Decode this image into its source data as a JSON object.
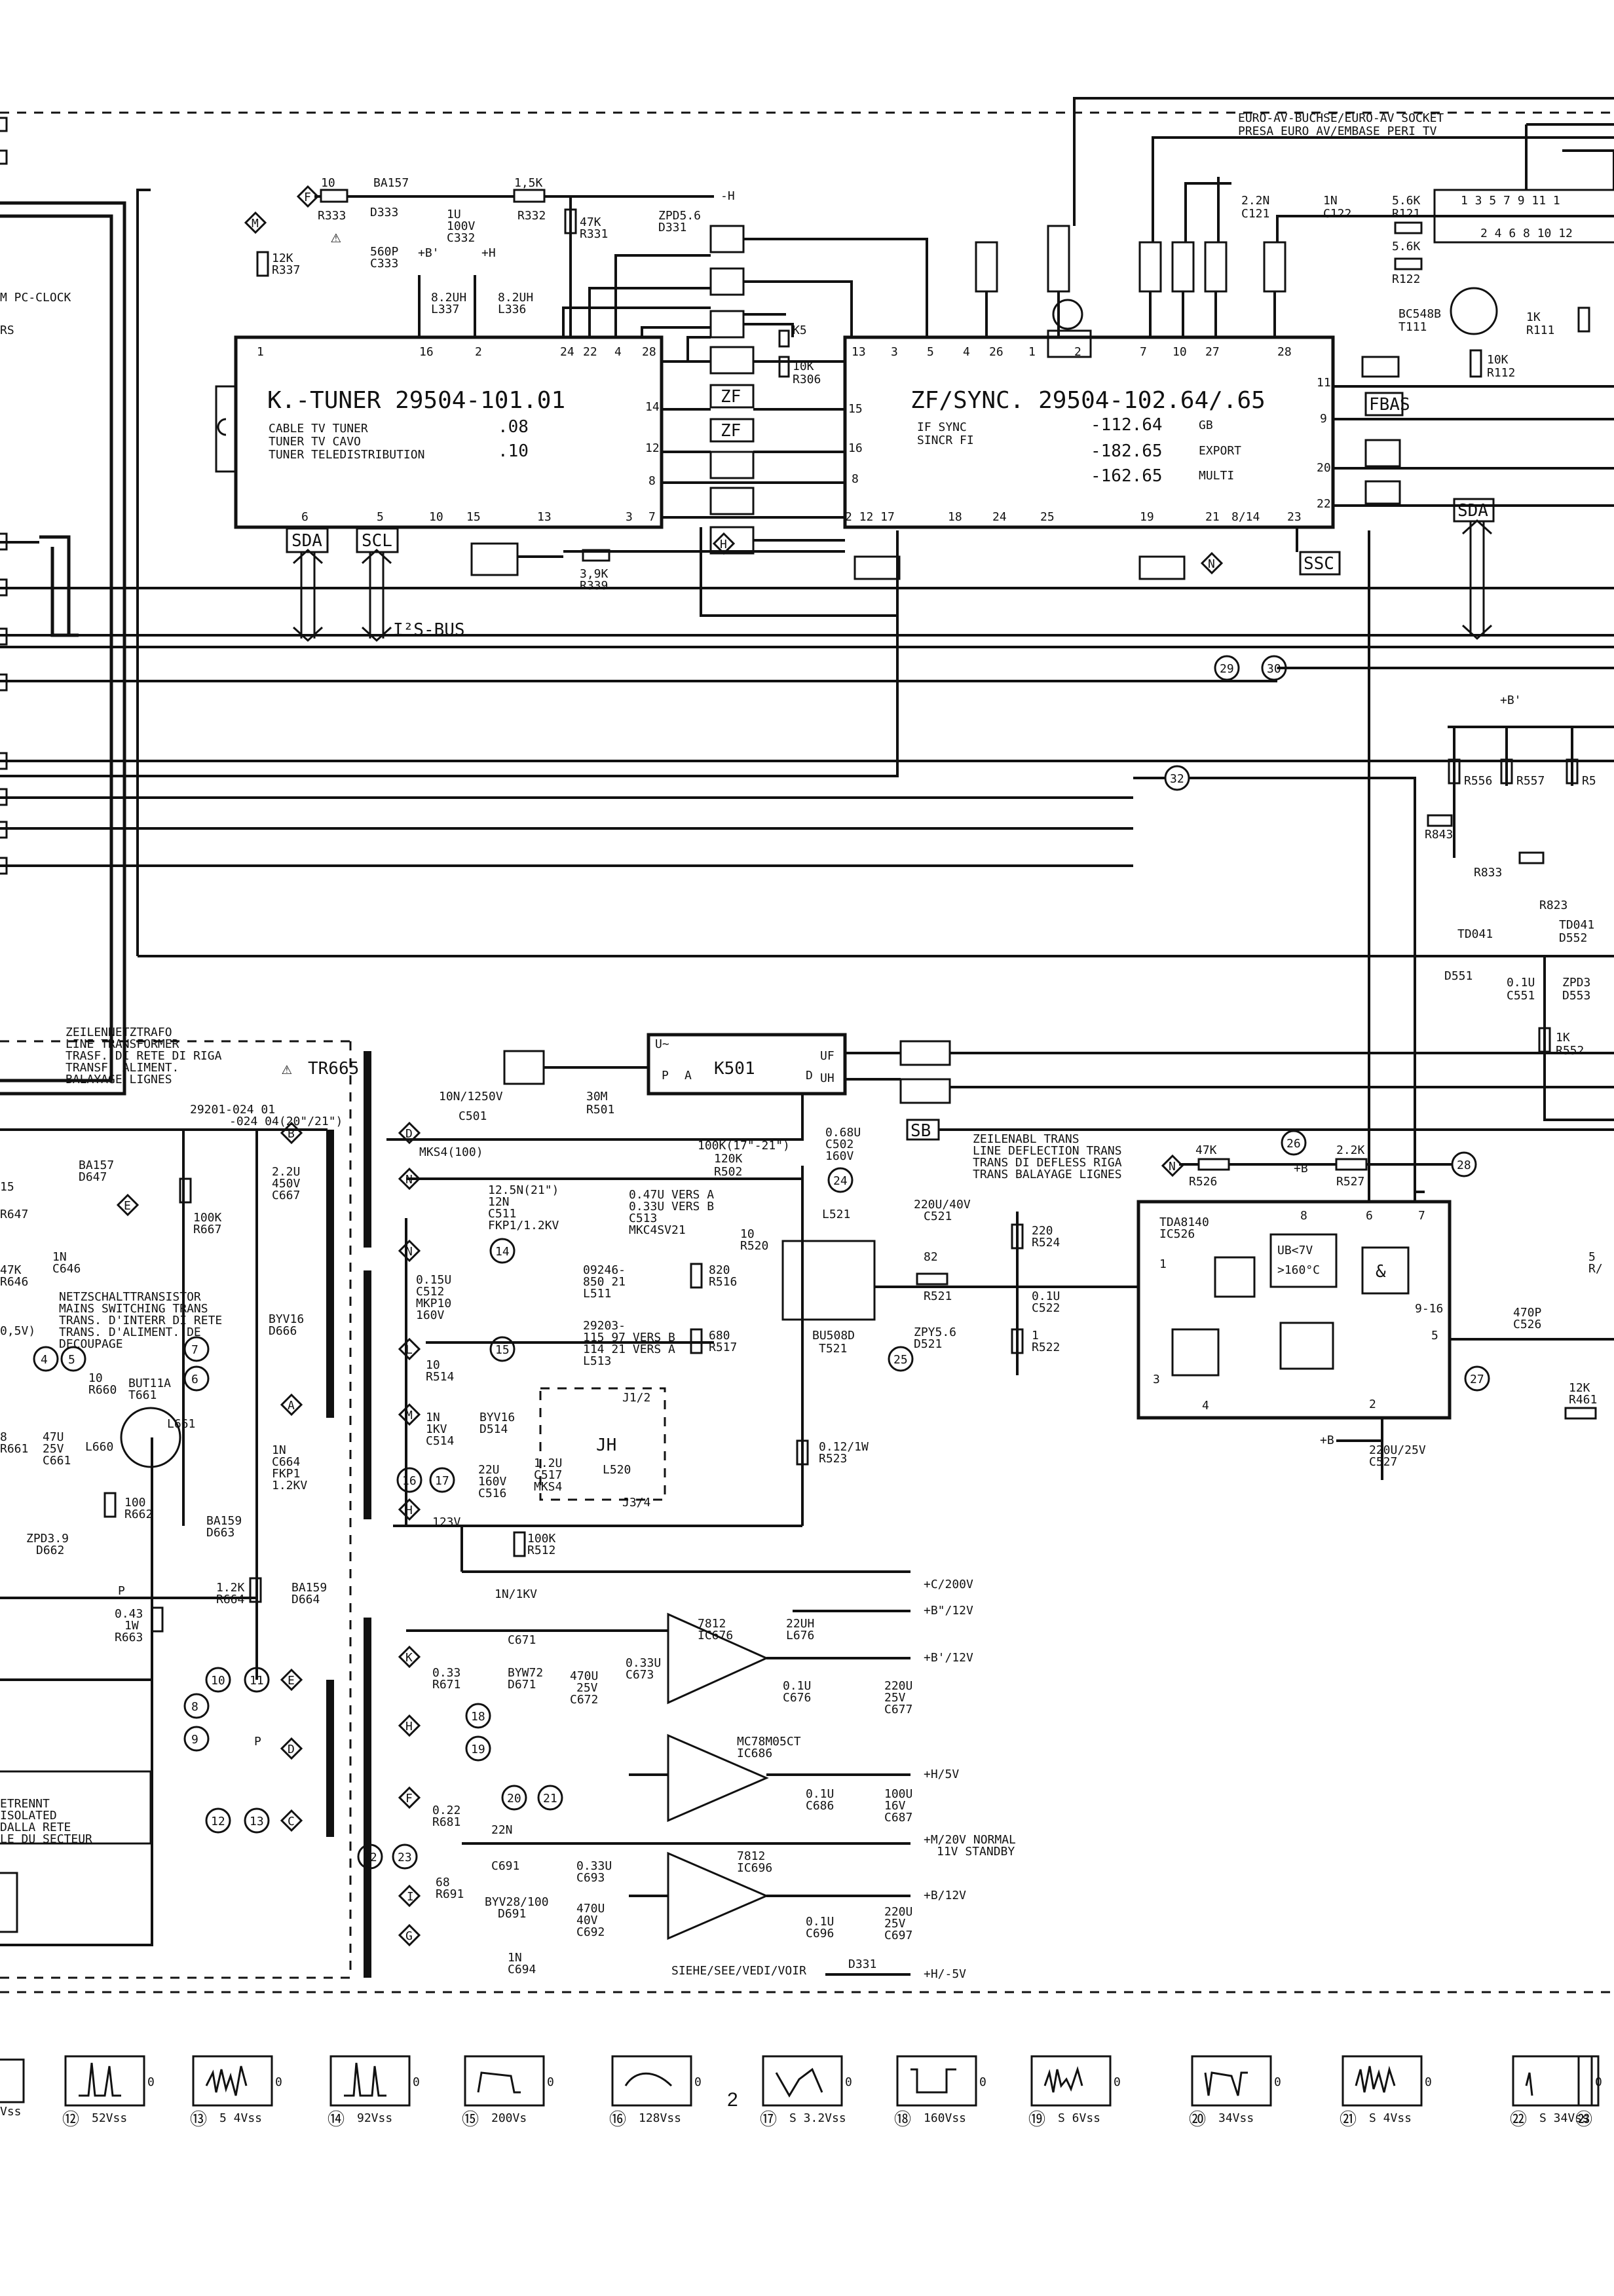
{
  "page_number": "2",
  "tuner": {
    "title": "K.-TUNER 29504-101.01",
    "lines": [
      "CABLE TV TUNER",
      "TUNER TV CAVO",
      "TUNER TELEDISTRIBUTION"
    ],
    "variants": [
      ".08",
      ".10"
    ]
  },
  "zf": {
    "title": "ZF/SYNC. 29504-102.64/.65",
    "lines": [
      "IF SYNC",
      "SINCR FI"
    ],
    "variants": [
      "-112.64",
      "-182.65",
      "-162.65"
    ],
    "variant_tags": [
      "GB",
      "EXPORT",
      "MULTI"
    ]
  },
  "euro_socket": [
    "EURO-AV-BUCHSE/EURO-AV SOCKET",
    "PRESA EURO AV/EMBASE PERI TV"
  ],
  "bus": {
    "sda": "SDA",
    "scl": "SCL",
    "i2c": "I²S-BUS",
    "ssc": "SSC",
    "fbas": "FBAS",
    "sb": "SB"
  },
  "line_transformer": {
    "lines": [
      "ZEILENNETZTRAFO",
      "LINE TRANSFORMER",
      "TRASF. DI RETE DI RIGA",
      "TRANSF. ALIMENT.",
      "BALAYAGE LIGNES"
    ],
    "ref": "TR665",
    "parts": [
      "29201-024 01",
      "-024 04(20\"/21\")"
    ]
  },
  "k501": "K501",
  "line_deflection": [
    "ZEILENABL TRANS",
    "LINE DEFLECTION TRANS",
    "TRANS DI DEFLESS RIGA",
    "TRANS BALAYAGE LIGNES"
  ],
  "ic526": [
    "TDA8140",
    "IC526"
  ],
  "mains_switching": [
    "NETZSCHALTTRANSISTOR",
    "MAINS SWITCHING TRANS",
    "TRANS. D'INTERR DI RETE",
    "TRANS. D'ALIMENT. DE",
    "DECOUPAGE"
  ],
  "isolated": [
    "ETRENNT",
    "ISOLATED",
    "DALLA RETE",
    "LE DU SECTEUR"
  ],
  "regulators": [
    {
      "name": "7812",
      "ic": "IC676"
    },
    {
      "name": "MC78M05CT",
      "ic": "IC686"
    },
    {
      "name": "7812",
      "ic": "IC696"
    }
  ],
  "outputs": [
    "+C/200V",
    "+B\"/12V",
    "+B'/12V",
    "+H/5V",
    "+M/20V NORMAL",
    "11V STANDBY",
    "+B/12V",
    "+H/-5V"
  ],
  "see_note": "SIEHE/SEE/VEDI/VOIR",
  "components": [
    "R333",
    "BA157",
    "D333",
    "1,5K",
    "R332",
    "47K",
    "R331",
    "ZPD5.6",
    "D331",
    "-H",
    "12K",
    "R337",
    "560P",
    "C333",
    "1U",
    "100V",
    "C332",
    "8.2UH",
    "L337",
    "L336",
    "10K",
    "R306",
    "K5",
    "3,9K",
    "R339",
    "2.2N",
    "C121",
    "1N",
    "C122",
    "5.6K",
    "R121",
    "R122",
    "BC548B",
    "T111",
    "1K",
    "R111",
    "R112",
    "R556",
    "R557",
    "R843",
    "R833",
    "R823",
    "TD041",
    "D551",
    "D552",
    "0.1U",
    "C551",
    "ZPD3",
    "D553",
    "R552",
    "30M",
    "R501",
    "10N/1250V",
    "C501",
    "MKS4(100)",
    "100K(17\"-21\")",
    "120K",
    "R502",
    "0.68U",
    "C502",
    "160V",
    "R520",
    "L521",
    "12.5N(21\")",
    "C511",
    "FKP1/1.2KV",
    "0.47U VERS A",
    "0.33U VERS B",
    "C513",
    "MKC4SV21",
    "0.15U",
    "C512",
    "MKP10",
    "820",
    "R516",
    "680",
    "R517",
    "R514",
    "1N",
    "1KV",
    "C514",
    "BYV16",
    "D514",
    "22U",
    "C517",
    "1.2U",
    "C516",
    "MKS4",
    "L520",
    "J1/2",
    "J3/4",
    "100K",
    "R512",
    "123V",
    "BU508D",
    "T521",
    "220U/40V",
    "C521",
    "R521",
    "ZPY5.6",
    "D521",
    "220",
    "R524",
    "C522",
    "R522",
    "0.12/1W",
    "R523",
    "47K",
    "R526",
    "2.2K",
    "R527",
    "470P",
    "C526",
    "R461",
    "220U/25V",
    "C527",
    "UB<7V",
    ">160°C",
    "BA157",
    "D647",
    "C646",
    "R647",
    "R646",
    "R660",
    "BUT11A",
    "T661",
    "L661",
    "L660",
    "47U",
    "25V",
    "C661",
    "R661",
    "ZPD3.9",
    "D662",
    "100",
    "R662",
    "0.43",
    "1W",
    "R663",
    "R667",
    "2.2U",
    "450V",
    "C667",
    "BYV16",
    "D666",
    "C664",
    "FKP1",
    "1.2KV",
    "BA159",
    "D663",
    "1.2K",
    "R664",
    "D664",
    "1N/1KV",
    "C671",
    "0.33",
    "R671",
    "BYW72",
    "D671",
    "470U",
    "C672",
    "0.33U",
    "C673",
    "22UH",
    "L676",
    "C676",
    "220U",
    "C677",
    "C686",
    "100U",
    "16V",
    "C687",
    "0.22",
    "R681",
    "22N",
    "C691",
    "C693",
    "68",
    "R691",
    "BYV28/100",
    "D691",
    "C692",
    "C694",
    "C696",
    "C697",
    "D331"
  ],
  "waveforms": [
    {
      "num": "⑫",
      "label": "52Vss"
    },
    {
      "num": "⑬",
      "label": "5  4Vss"
    },
    {
      "num": "⑭",
      "label": "92Vss"
    },
    {
      "num": "⑮",
      "label": "200Vs"
    },
    {
      "num": "⑯",
      "label": "128Vss"
    },
    {
      "num": "⑰",
      "label": "S  3.2Vss"
    },
    {
      "num": "⑱",
      "label": "160Vss"
    },
    {
      "num": "⑲",
      "label": "S  6Vss"
    },
    {
      "num": "⑳",
      "label": "34Vss"
    },
    {
      "num": "㉑",
      "label": "S  4Vss"
    },
    {
      "num": "㉒",
      "label": "S  34Vss"
    },
    {
      "num": "㉓",
      "label": ""
    }
  ],
  "first_wave_label": "Vss",
  "left_fragments": [
    "M PC-CLOCK",
    "RS"
  ]
}
